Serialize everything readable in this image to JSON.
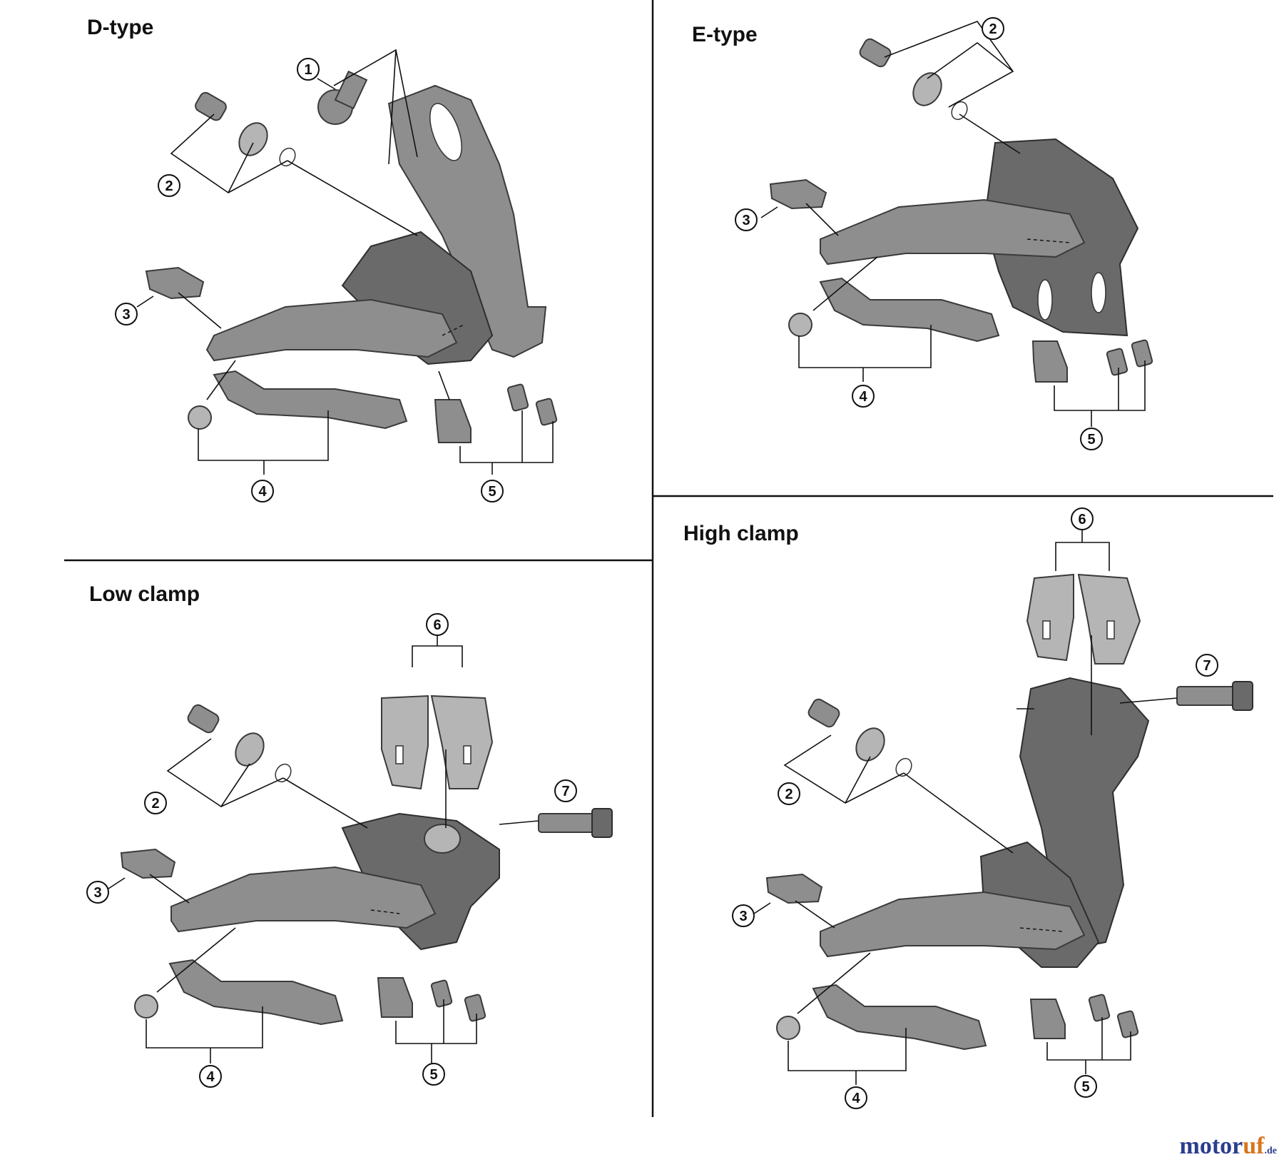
{
  "panels": {
    "d_type": {
      "title": "D-type"
    },
    "e_type": {
      "title": "E-type"
    },
    "low_clamp": {
      "title": "Low clamp"
    },
    "high_clamp": {
      "title": "High clamp"
    }
  },
  "callouts": {
    "n1": "1",
    "n2": "2",
    "n3": "3",
    "n4": "4",
    "n5": "5",
    "n6": "6",
    "n7": "7"
  },
  "watermark": {
    "part1": "motor",
    "part2": "uf",
    "part3": ".de"
  },
  "colors": {
    "part_fill": "#8e8e8e",
    "watermark_blue": "#2a3d8f",
    "watermark_orange": "#d9751e"
  }
}
